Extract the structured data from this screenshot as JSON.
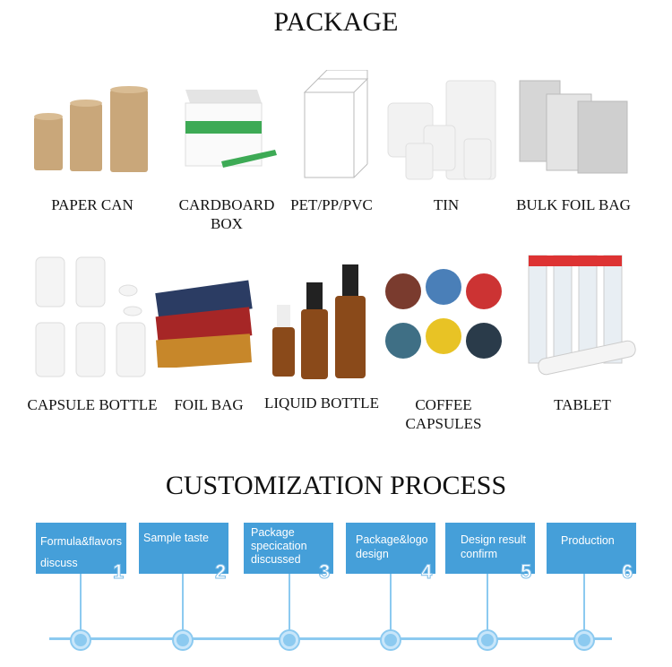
{
  "package_title": "PACKAGE",
  "packages": [
    {
      "label": "PAPER CAN"
    },
    {
      "label": "CARDBOARD BOX"
    },
    {
      "label": "PET/PP/PVC"
    },
    {
      "label": "TIN"
    },
    {
      "label": "BULK FOIL BAG"
    },
    {
      "label": "CAPSULE BOTTLE"
    },
    {
      "label": "FOIL BAG"
    },
    {
      "label": "LIQUID BOTTLE"
    },
    {
      "label": "COFFEE CAPSULES"
    },
    {
      "label": "TABLET"
    }
  ],
  "process_title": "CUSTOMIZATION PROCESS",
  "steps": [
    {
      "text": "Formula&flavors discuss",
      "num": "1"
    },
    {
      "text": "Sample taste",
      "num": "2"
    },
    {
      "text": "Package specication discussed",
      "num": "3"
    },
    {
      "text": "Package&logo design",
      "num": "4"
    },
    {
      "text": "Design result confirm",
      "num": "5"
    },
    {
      "text": "Production",
      "num": "6"
    }
  ],
  "colors": {
    "step_box": "#459fd9",
    "timeline": "#8ccaf0"
  }
}
